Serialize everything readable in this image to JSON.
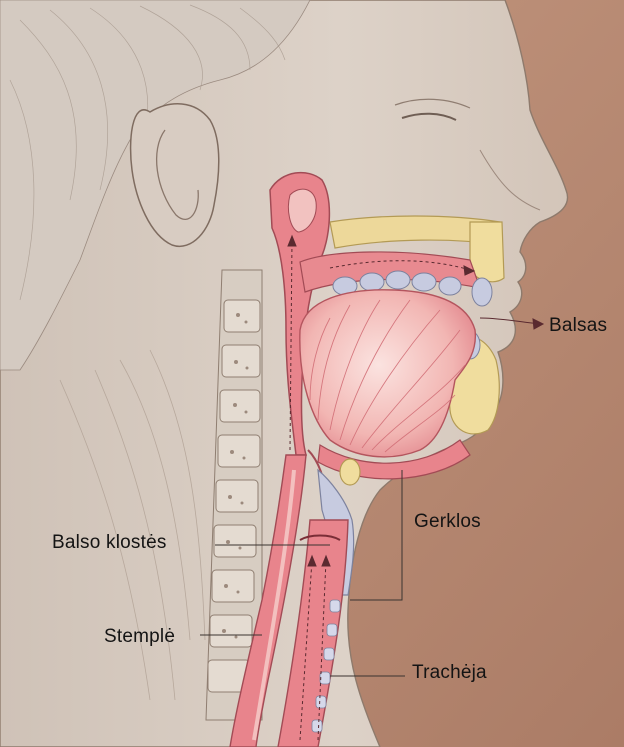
{
  "labels": {
    "balsas": "Balsas",
    "gerklos": "Gerklos",
    "balso_klostes": "Balso klostės",
    "stemple": "Stemplė",
    "tracheja": "Trachėja"
  },
  "colors": {
    "background": "#b98a74",
    "skin": "#d9cdc3",
    "mucosa": "#e8848c",
    "muscle": "#f1b4b2",
    "bone": "#edd89a",
    "cartilage": "#c7cbe0",
    "label_text": "#141414"
  }
}
